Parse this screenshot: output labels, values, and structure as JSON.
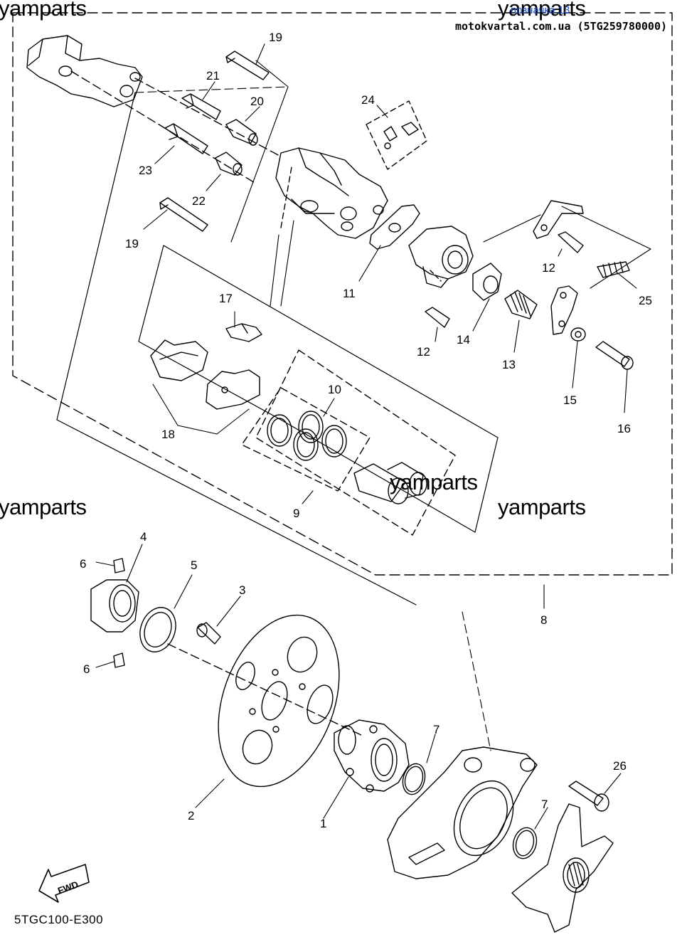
{
  "header": {
    "link_text": "позначка 13",
    "site_text": "motokvartal.com.ua (5TG259780000)"
  },
  "watermarks": [
    "yamparts",
    "yamparts",
    "yamparts",
    "yamparts",
    "yamparts"
  ],
  "diagram": {
    "code": "5TGC100-E300",
    "fwd_label": "FWD",
    "callouts": {
      "c1": "1",
      "c2": "2",
      "c3": "3",
      "c4": "4",
      "c5": "5",
      "c6a": "6",
      "c6b": "6",
      "c7a": "7",
      "c7b": "7",
      "c8": "8",
      "c9": "9",
      "c10": "10",
      "c11": "11",
      "c12a": "12",
      "c12b": "12",
      "c13": "13",
      "c14": "14",
      "c15": "15",
      "c16": "16",
      "c17": "17",
      "c18": "18",
      "c19a": "19",
      "c19b": "19",
      "c20": "20",
      "c21": "21",
      "c22": "22",
      "c23": "23",
      "c24": "24",
      "c25": "25",
      "c26": "26"
    }
  }
}
